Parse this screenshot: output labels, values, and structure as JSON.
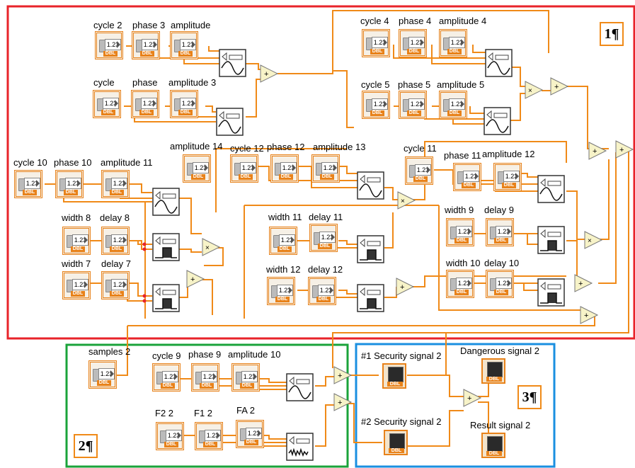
{
  "region_numbers": {
    "r1": "1¶",
    "r2": "2¶",
    "r3": "3¶"
  },
  "control_type": "DBL",
  "control_value": "1.23",
  "labels": {
    "cycle2": "cycle 2",
    "phase3": "phase 3",
    "amplitude": "amplitude",
    "cycle": "cycle",
    "phase": "phase",
    "amplitude3": "amplitude 3",
    "cycle4": "cycle 4",
    "phase4": "phase 4",
    "amplitude4": "amplitude 4",
    "cycle5": "cycle 5",
    "phase5": "phase 5",
    "amplitude5": "amplitude 5",
    "cycle10": "cycle 10",
    "phase10": "phase 10",
    "amplitude11": "amplitude 11",
    "amplitude14": "amplitude 14",
    "cycle12": "cycle 12",
    "phase12": "phase 12",
    "amplitude13": "amplitude 13",
    "cycle11": "cycle 11",
    "phase11": "phase 11",
    "amplitude12": "amplitude 12",
    "width8": "width 8",
    "delay8": "delay 8",
    "width7": "width 7",
    "delay7": "delay 7",
    "width11": "width 11",
    "delay11": "delay 11",
    "width12": "width 12",
    "delay12": "delay 12",
    "width9": "width 9",
    "delay9": "delay 9",
    "width10": "width 10",
    "delay10": "delay 10",
    "samples2": "samples 2",
    "cycle9": "cycle 9",
    "phase9": "phase 9",
    "amplitude10": "amplitude 10",
    "f22": "F2 2",
    "f12": "F1 2",
    "fa2": "FA 2",
    "sec1": "#1 Security signal 2",
    "danger": "Dangerous signal 2",
    "sec2": "#2 Security signal  2",
    "result": "Result signal 2"
  },
  "colors": {
    "region1": "#e8232a",
    "region2": "#1aa33a",
    "region3": "#1a8fe0",
    "wire": "#f08a18",
    "control": "#e8821a"
  }
}
